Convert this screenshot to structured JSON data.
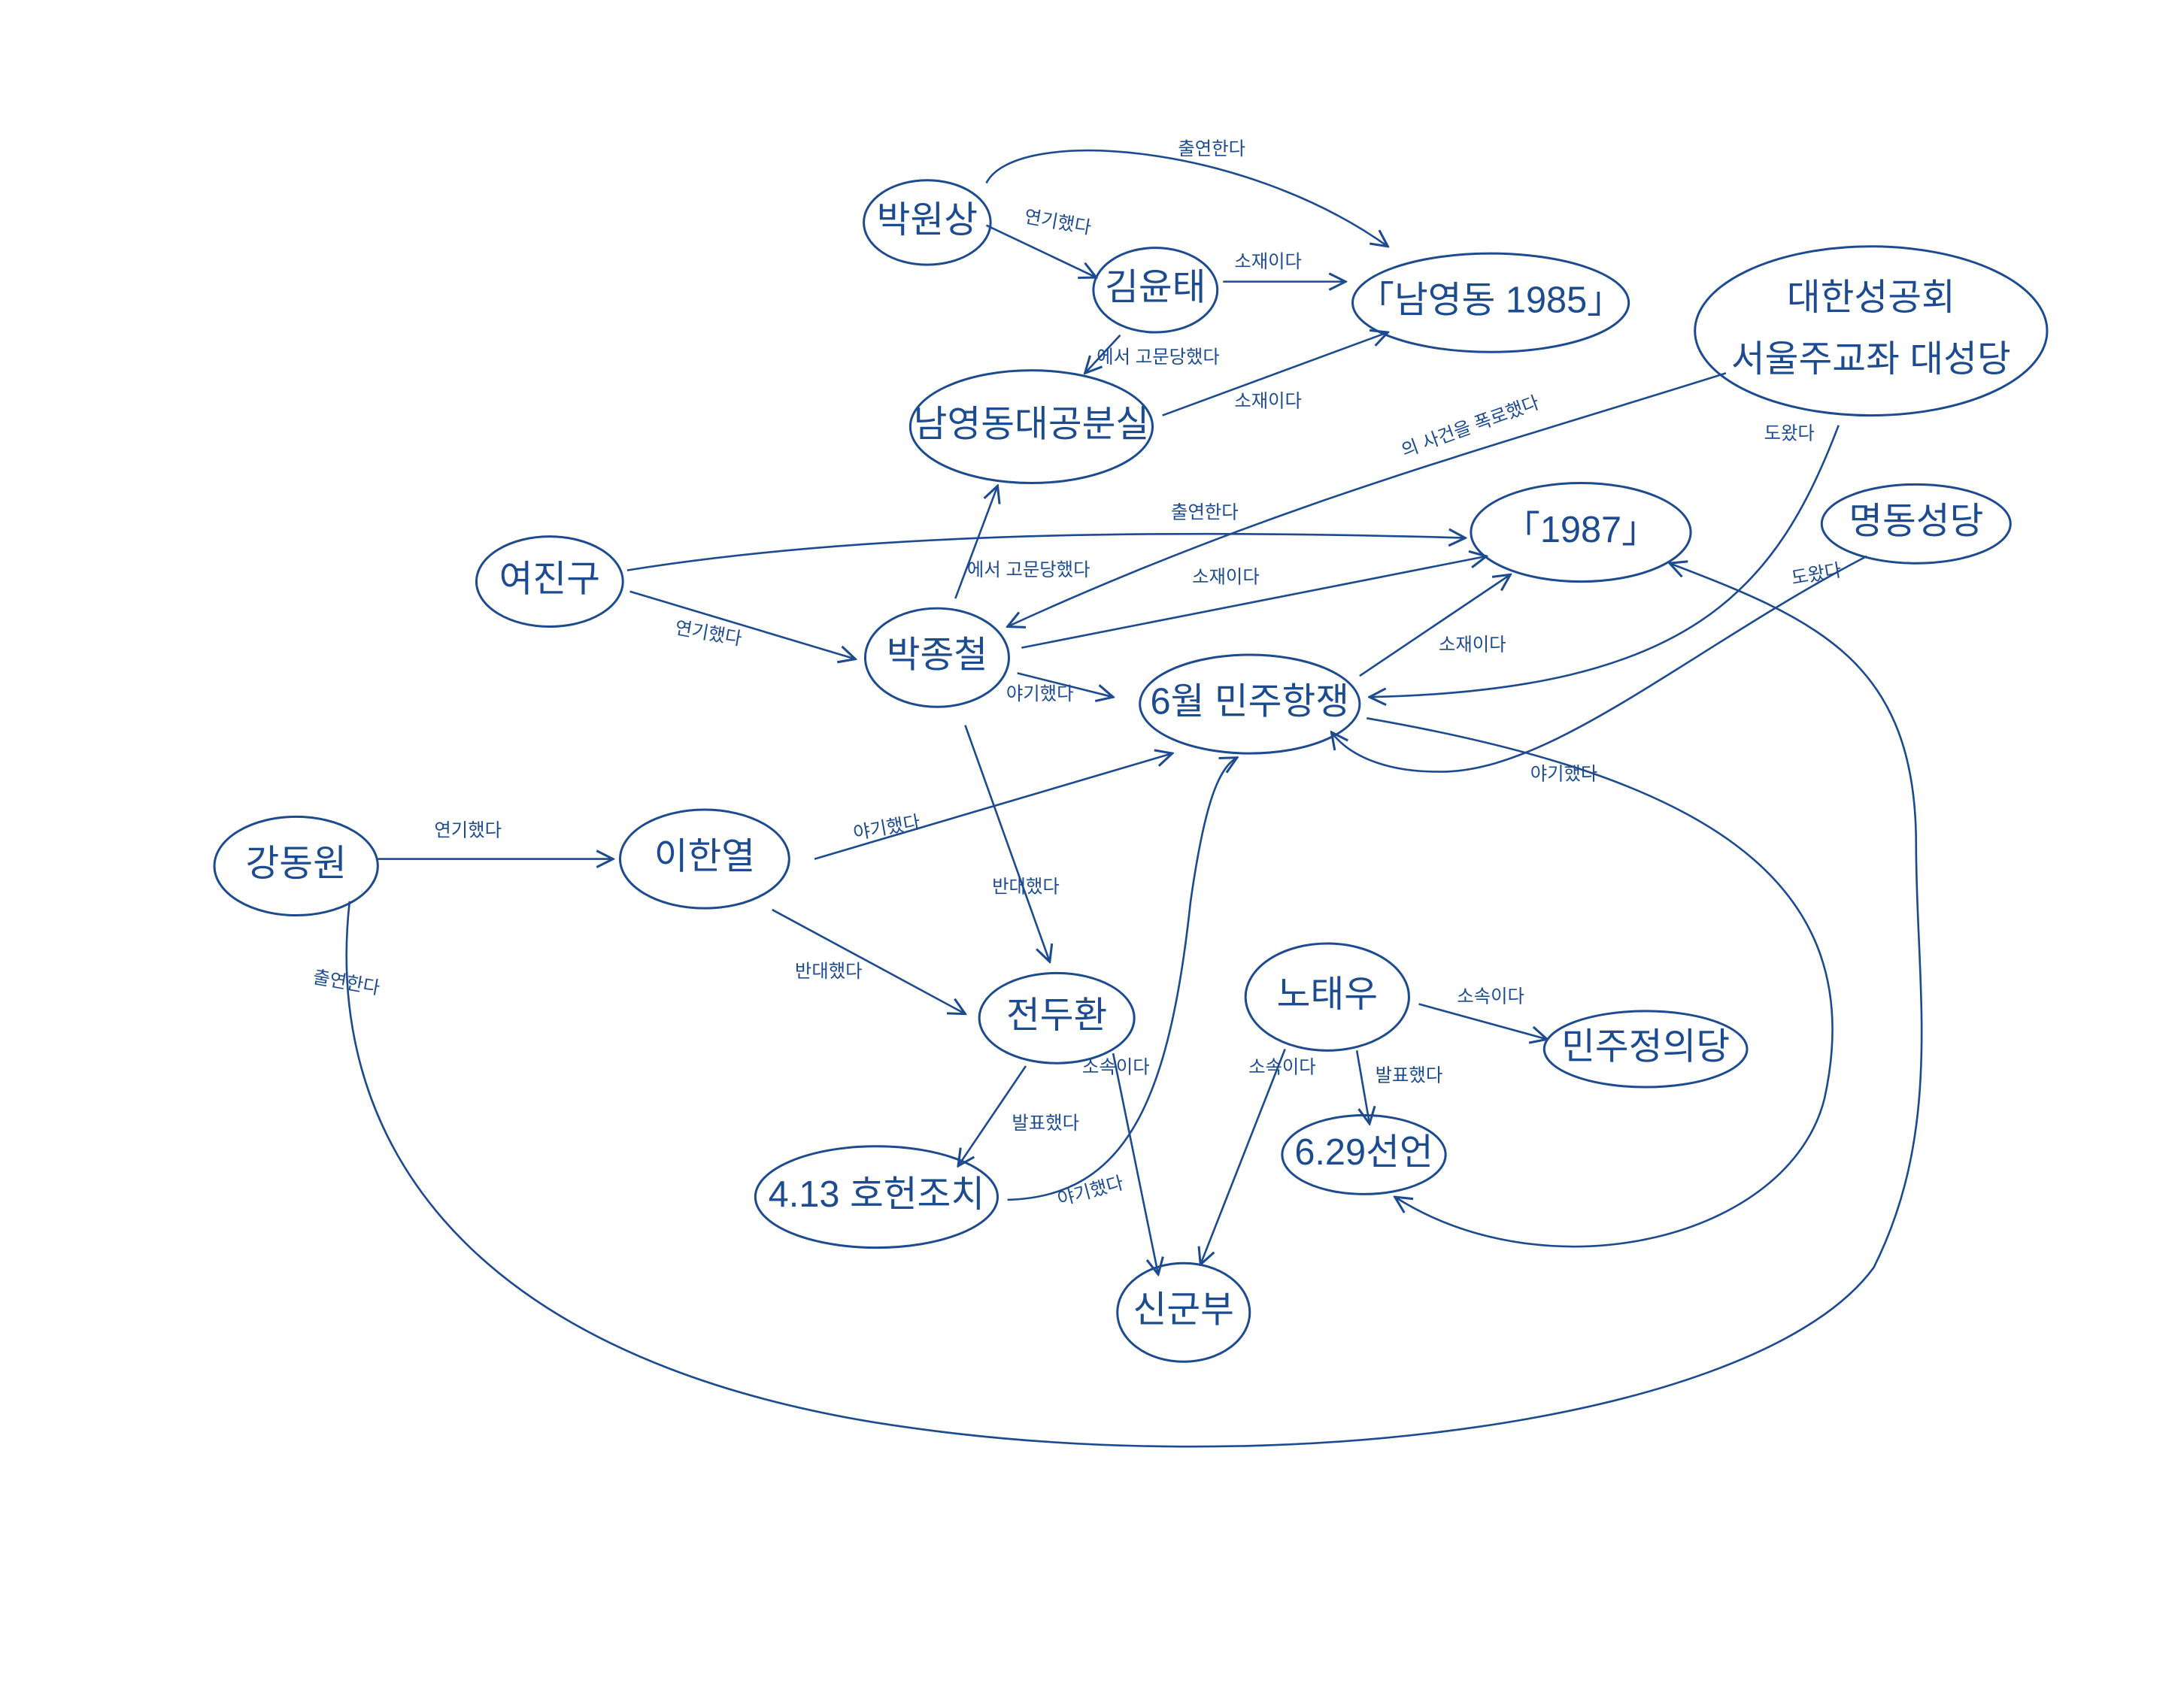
{
  "diagram": {
    "type": "concept-map",
    "color": "#1d4b8f",
    "nodes": [
      {
        "id": "n0",
        "label": "박원상"
      },
      {
        "id": "n1",
        "label": "김윤태"
      },
      {
        "id": "n2",
        "label": "「남영동 1985」"
      },
      {
        "id": "n3",
        "label": "대한성공회",
        "label2": "서울주교좌 대성당"
      },
      {
        "id": "n4",
        "label": "남영동대공분실"
      },
      {
        "id": "n5",
        "label": "여진구"
      },
      {
        "id": "n6",
        "label": "「1987」"
      },
      {
        "id": "n7",
        "label": "명동성당"
      },
      {
        "id": "n8",
        "label": "박종철"
      },
      {
        "id": "n9",
        "label": "6월 민주항쟁"
      },
      {
        "id": "n10",
        "label": "강동원"
      },
      {
        "id": "n11",
        "label": "이한열"
      },
      {
        "id": "n12",
        "label": "전두환"
      },
      {
        "id": "n13",
        "label": "노태우"
      },
      {
        "id": "n14",
        "label": "민주정의당"
      },
      {
        "id": "n15",
        "label": "6.29선언"
      },
      {
        "id": "n16",
        "label": "4.13 호헌조치"
      },
      {
        "id": "n17",
        "label": "신군부"
      }
    ],
    "edges": [
      {
        "from": "n0",
        "to": "n2",
        "label": "출연한다"
      },
      {
        "from": "n0",
        "to": "n1",
        "label": "연기했다"
      },
      {
        "from": "n1",
        "to": "n2",
        "label": "소재이다"
      },
      {
        "from": "n1",
        "to": "n4",
        "label": "에서 고문당했다"
      },
      {
        "from": "n4",
        "to": "n2",
        "label": "소재이다"
      },
      {
        "from": "n3",
        "to": "n8",
        "label": "의 사건을 폭로했다"
      },
      {
        "from": "n3",
        "to": "n9",
        "label": "도왔다"
      },
      {
        "from": "n5",
        "to": "n6",
        "label": "출연한다"
      },
      {
        "from": "n5",
        "to": "n8",
        "label": "연기했다"
      },
      {
        "from": "n8",
        "to": "n4",
        "label": "에서 고문당했다"
      },
      {
        "from": "n8",
        "to": "n6",
        "label": "소재이다"
      },
      {
        "from": "n8",
        "to": "n9",
        "label": "야기했다"
      },
      {
        "from": "n8",
        "to": "n12",
        "label": "반대했다"
      },
      {
        "from": "n7",
        "to": "n9",
        "label": "도왔다"
      },
      {
        "from": "n9",
        "to": "n6",
        "label": "소재이다"
      },
      {
        "from": "n9",
        "to": "n15",
        "label": "야기했다"
      },
      {
        "from": "n10",
        "to": "n11",
        "label": "연기했다"
      },
      {
        "from": "n10",
        "to": "n6",
        "label": "출연한다"
      },
      {
        "from": "n11",
        "to": "n9",
        "label": "야기했다"
      },
      {
        "from": "n11",
        "to": "n12",
        "label": "반대했다"
      },
      {
        "from": "n12",
        "to": "n16",
        "label": "발표했다"
      },
      {
        "from": "n12",
        "to": "n17",
        "label": "소속이다"
      },
      {
        "from": "n16",
        "to": "n9",
        "label": "야기했다"
      },
      {
        "from": "n13",
        "to": "n14",
        "label": "소속이다"
      },
      {
        "from": "n13",
        "to": "n15",
        "label": "발표했다"
      },
      {
        "from": "n13",
        "to": "n17",
        "label": "소속이다"
      }
    ]
  }
}
